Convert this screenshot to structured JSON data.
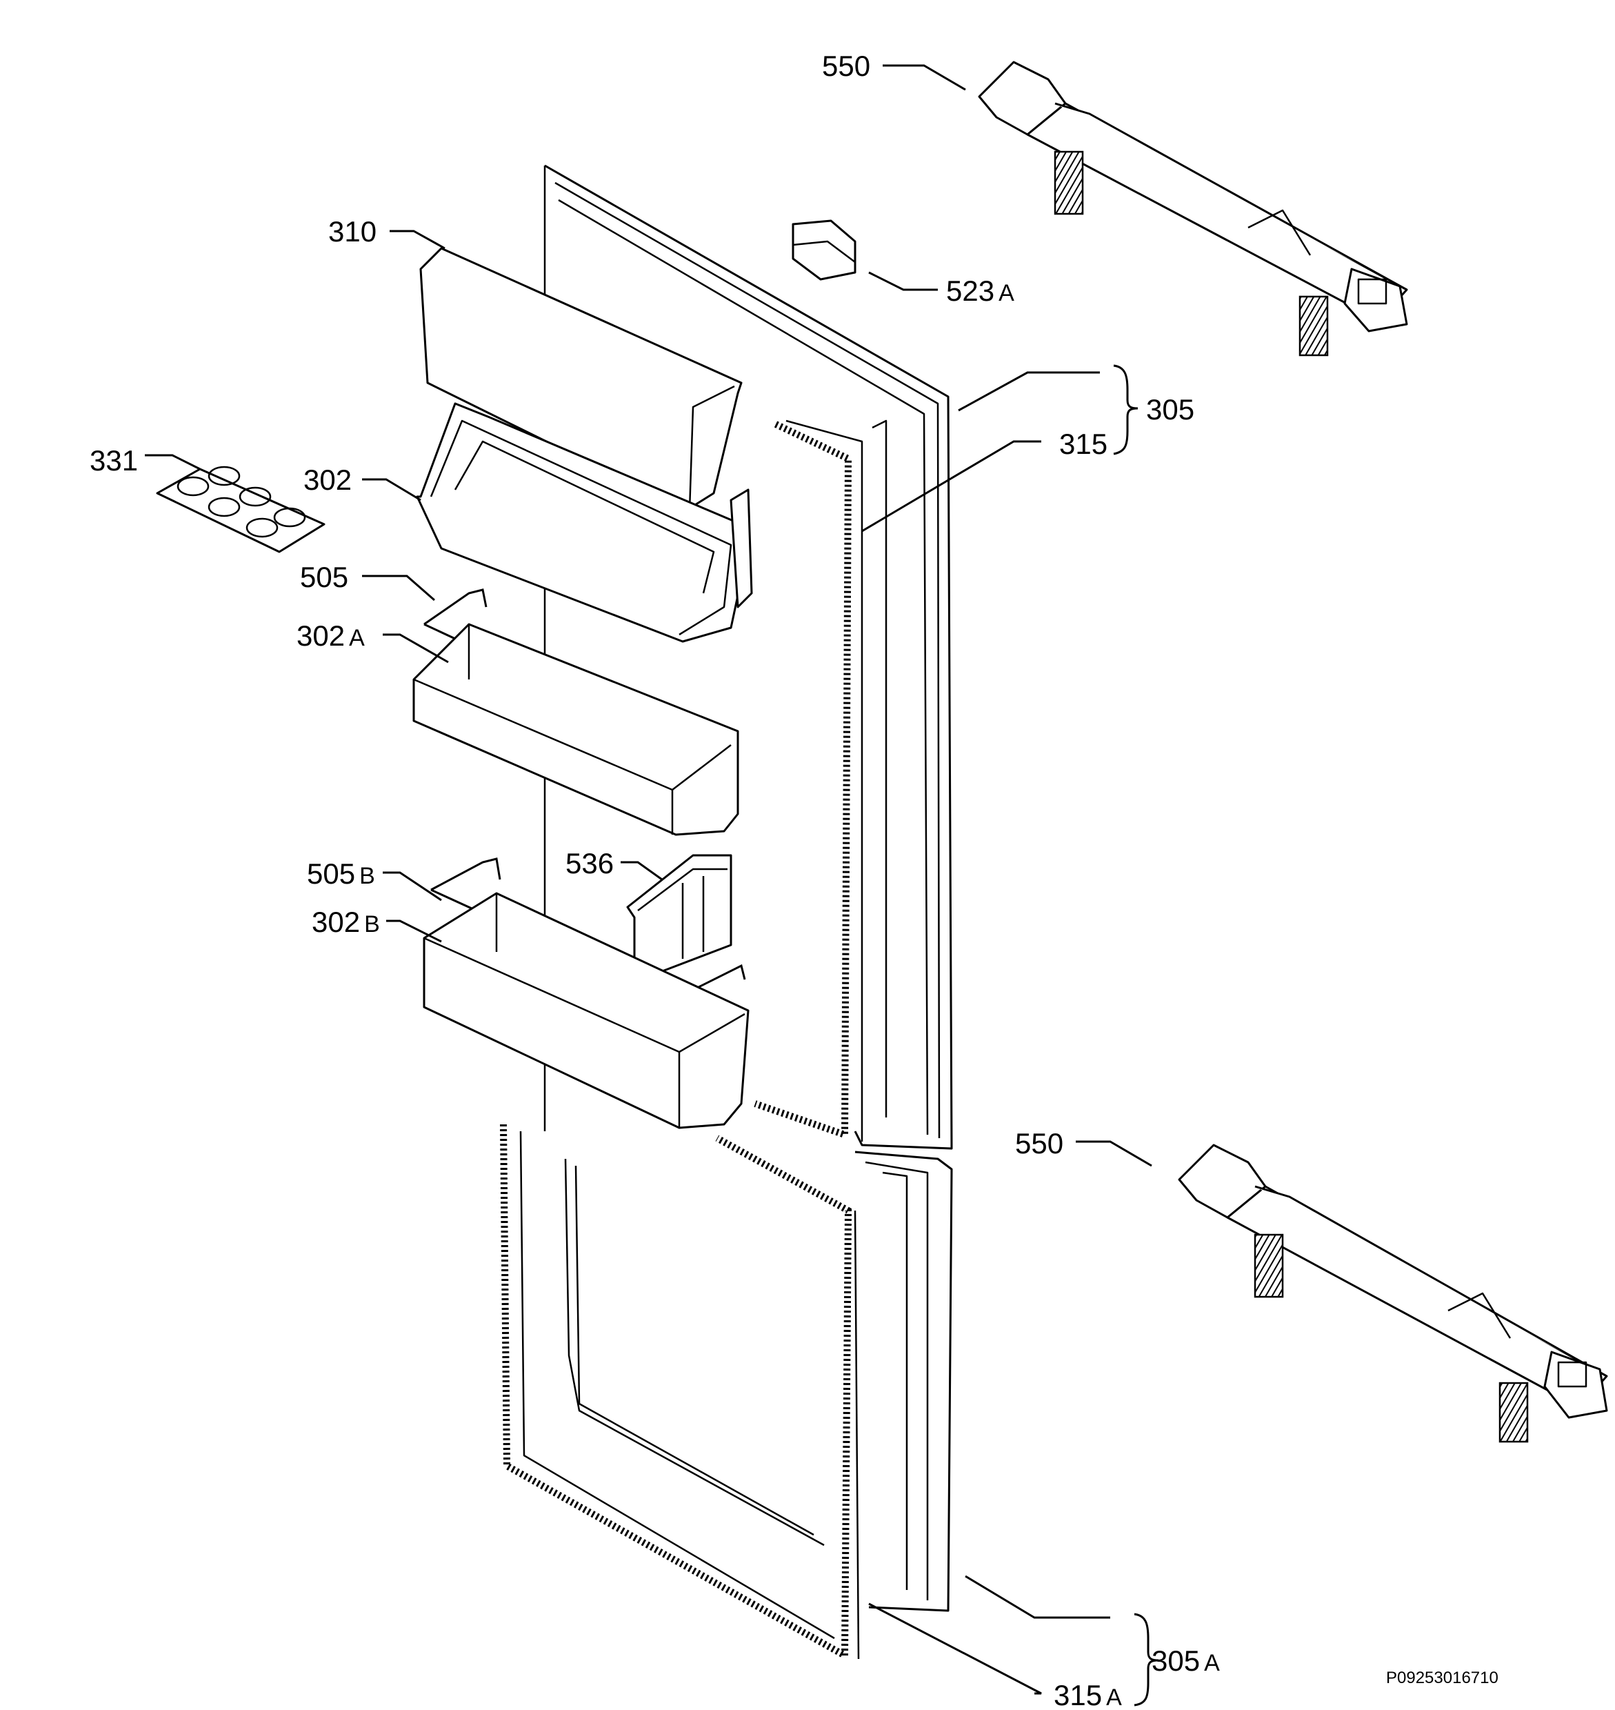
{
  "labels": [
    {
      "id": "l550a",
      "num": "550",
      "suffix": ""
    },
    {
      "id": "l310",
      "num": "310",
      "suffix": ""
    },
    {
      "id": "l523a",
      "num": "523",
      "suffix": "A"
    },
    {
      "id": "l305",
      "num": "305",
      "suffix": ""
    },
    {
      "id": "l315",
      "num": "315",
      "suffix": ""
    },
    {
      "id": "l331",
      "num": "331",
      "suffix": ""
    },
    {
      "id": "l302",
      "num": "302",
      "suffix": ""
    },
    {
      "id": "l505",
      "num": "505",
      "suffix": ""
    },
    {
      "id": "l302a",
      "num": "302",
      "suffix": "A"
    },
    {
      "id": "l536",
      "num": "536",
      "suffix": ""
    },
    {
      "id": "l505b",
      "num": "505",
      "suffix": "B"
    },
    {
      "id": "l302b",
      "num": "302",
      "suffix": "B"
    },
    {
      "id": "l550b",
      "num": "550",
      "suffix": ""
    },
    {
      "id": "l305a",
      "num": "305",
      "suffix": "A"
    },
    {
      "id": "l315a",
      "num": "315",
      "suffix": "A"
    }
  ],
  "drawing_code": "P09253016710"
}
